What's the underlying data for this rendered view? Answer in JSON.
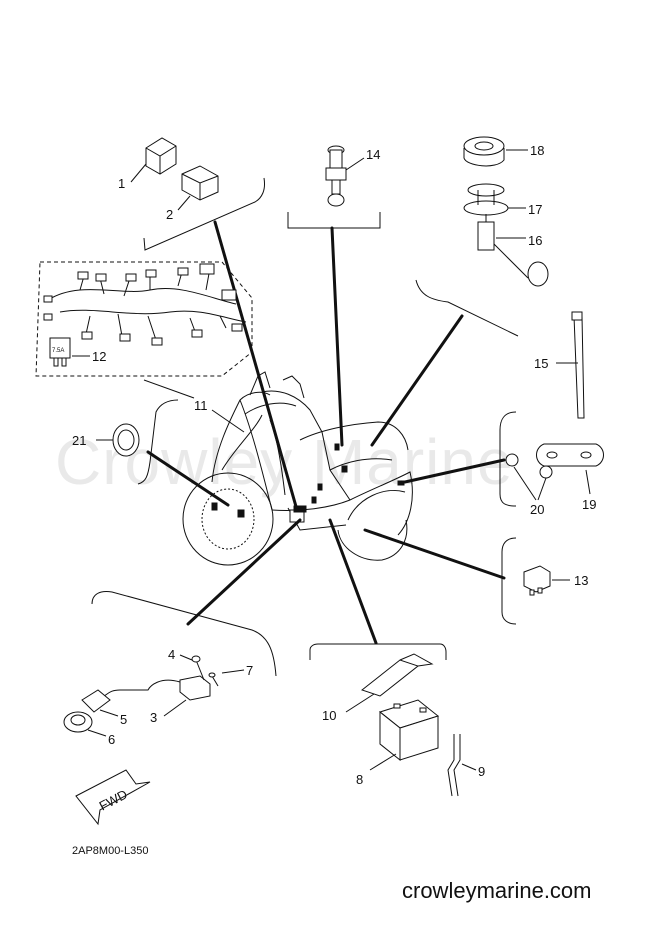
{
  "watermark": "Crowley Marine",
  "diagram_ref": "2AP8M00-L350",
  "website": "crowleymarine.com",
  "fwd_label": "FWD",
  "fuse_label": "7.5A",
  "callouts": {
    "p1": "1",
    "p2": "2",
    "p3": "3",
    "p4": "4",
    "p5": "5",
    "p6": "6",
    "p7": "7",
    "p8": "8",
    "p9": "9",
    "p10": "10",
    "p11": "11",
    "p12": "12",
    "p13": "13",
    "p14": "14",
    "p15": "15",
    "p16": "16",
    "p17": "17",
    "p18": "18",
    "p19": "19",
    "p20": "20",
    "p21": "21"
  }
}
